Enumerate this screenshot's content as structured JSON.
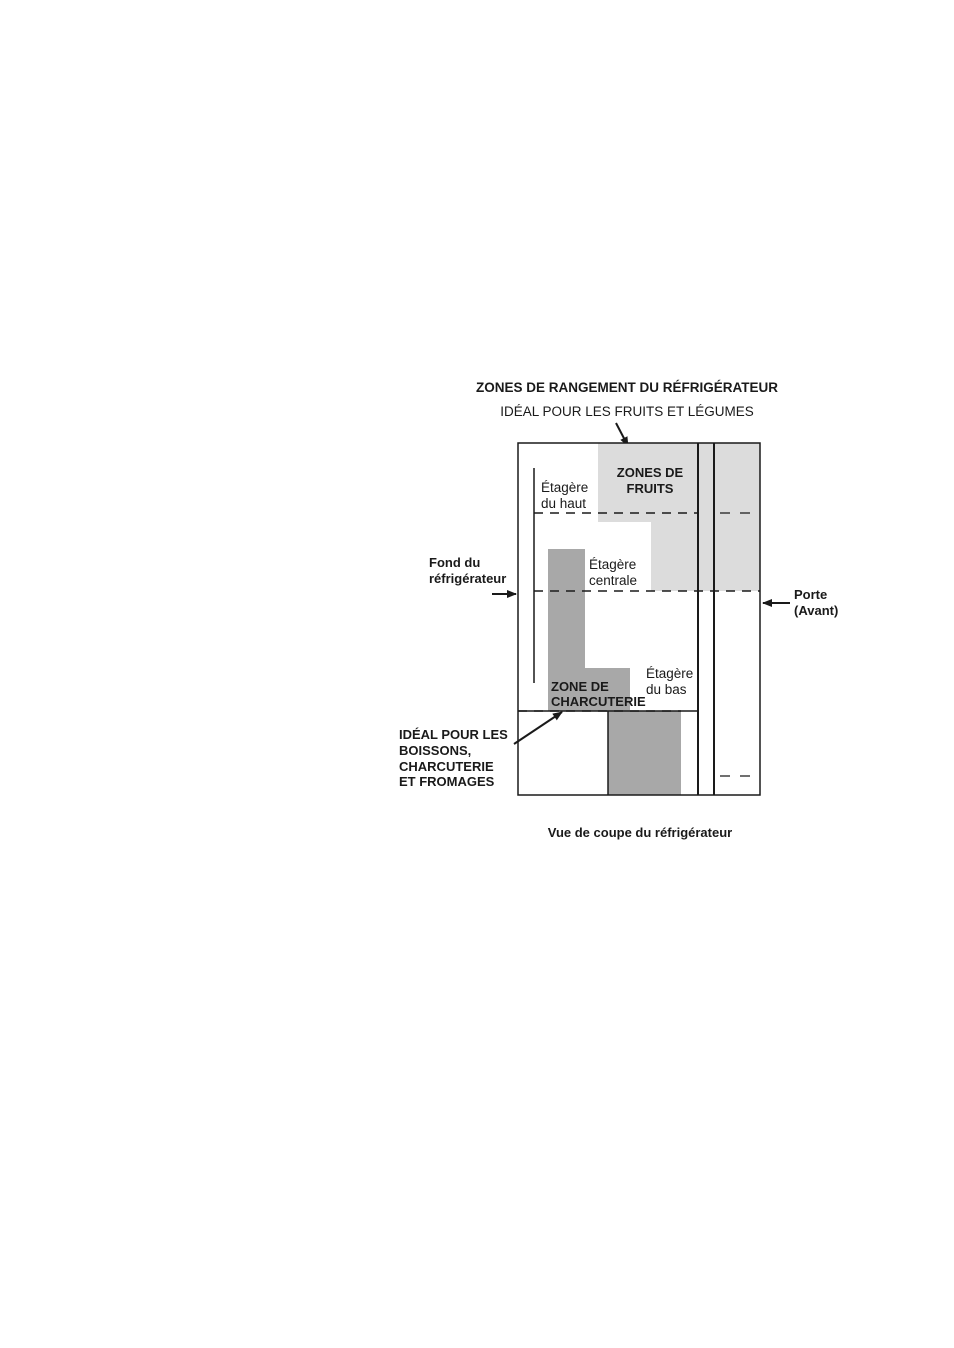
{
  "title": "ZONES DE RANGEMENT DU RÉFRIGÉRATEUR",
  "subtitle": "IDÉAL POUR LES FRUITS ET LÉGUMES",
  "fruit_zone": {
    "line1": "ZONES DE",
    "line2": "FRUITS"
  },
  "shelves": {
    "top": {
      "line1": "Étagère",
      "line2": "du haut"
    },
    "middle": {
      "line1": "Étagère",
      "line2": "centrale"
    },
    "bottom": {
      "line1": "Étagère",
      "line2": "du bas"
    }
  },
  "back": {
    "line1": "Fond du",
    "line2": "réfrigérateur"
  },
  "door": {
    "line1": "Porte",
    "line2": "(Avant)"
  },
  "deli_zone": {
    "line1": "ZONE DE",
    "line2": "CHARCUTERIE"
  },
  "ideal_drinks": {
    "line1": "IDÉAL POUR LES",
    "line2": "BOISSONS,",
    "line3": "CHARCUTERIE",
    "line4": "ET FROMAGES"
  },
  "caption": "Vue de coupe du réfrigérateur",
  "colors": {
    "fruit_zone": "#dcdcdc",
    "deli_zone": "#a8a8a8",
    "outline": "#1a1a1a"
  }
}
